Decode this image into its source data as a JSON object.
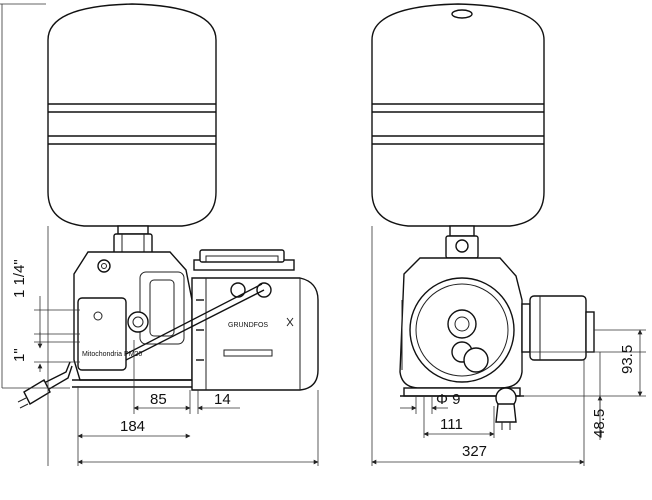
{
  "dimensions": {
    "side_left_upper": "1 1/4\"",
    "side_left_lower": "1\"",
    "side_85": "85",
    "side_14": "14",
    "side_184": "184",
    "front_diameter": "Φ 9",
    "front_111": "111",
    "front_327": "327",
    "front_93_5": "93.5",
    "front_48_5": "48.5"
  },
  "labels": {
    "brand": "GRUNDFOS",
    "control_box": "Mitochondria PM20"
  },
  "colors": {
    "line": "#111111",
    "background": "#ffffff"
  }
}
